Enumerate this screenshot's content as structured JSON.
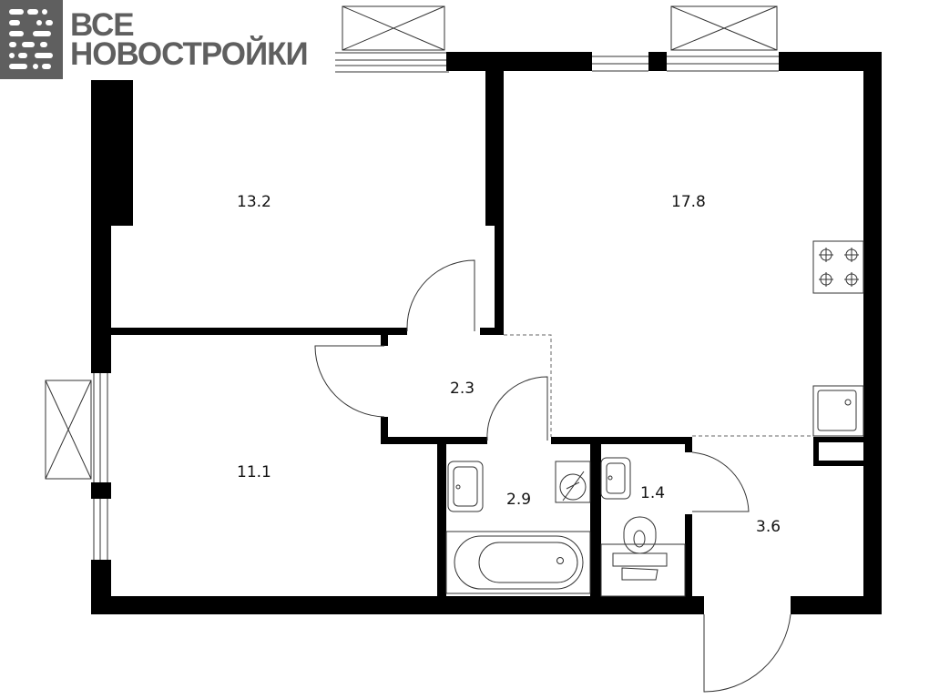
{
  "logo": {
    "line1": "ВСЕ",
    "line2": "НОВОСТРОЙКИ",
    "color": "#5f5f5f"
  },
  "rooms": [
    {
      "id": "bedroom-1",
      "area": "13.2"
    },
    {
      "id": "kitchen-living",
      "area": "17.8"
    },
    {
      "id": "corridor",
      "area": "2.3"
    },
    {
      "id": "bedroom-2",
      "area": "11.1"
    },
    {
      "id": "bathroom",
      "area": "2.9"
    },
    {
      "id": "toilet",
      "area": "1.4"
    },
    {
      "id": "hallway",
      "area": "3.6"
    }
  ]
}
